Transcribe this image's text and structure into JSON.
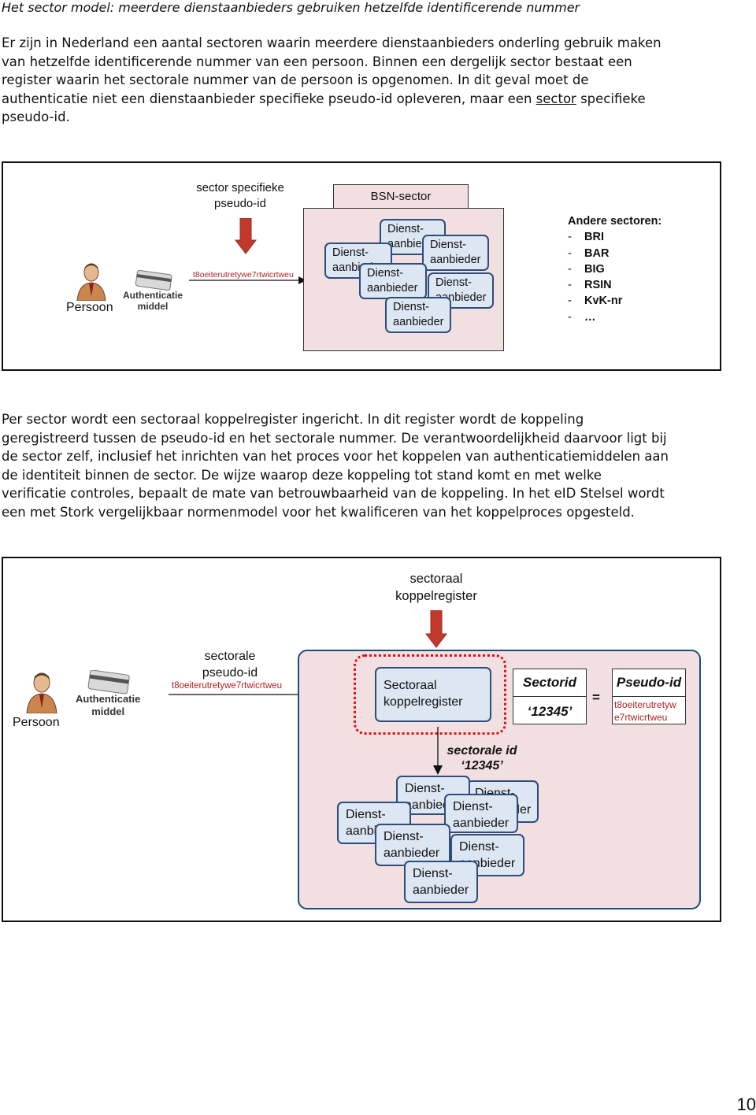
{
  "heading": "Het sector model: meerdere dienstaanbieders gebruiken hetzelfde identificerende nummer",
  "paragraph1": {
    "lines": [
      "Er zijn in Nederland een aantal sectoren waarin meerdere dienstaanbieders onderling gebruik maken",
      "van hetzelfde identificerende nummer van een persoon. Binnen een dergelijk sector bestaat een",
      "register waarin het sectorale nummer van de persoon is opgenomen. In dit geval moet de"
    ],
    "line4_pre": "authenticatie niet een dienstaanbieder specifieke pseudo-id opleveren, maar een",
    "line4_underlined": "sector",
    "line4_post": " specifieke",
    "line5": "pseudo-id."
  },
  "figure1": {
    "person_label": "Persoon",
    "auth_label_line1": "Authenticatie",
    "auth_label_line2": "middel",
    "arrow_label_line1": "sector specifieke",
    "arrow_label_line2": "pseudo-id",
    "pseudo_id": "t8oeiterutretywe7rtwicrtweu",
    "sector_tab": "BSN-sector",
    "provider_line1": "Dienst-",
    "provider_line2": "aanbieder",
    "other_sectors_title": "Andere sectoren:",
    "other_sectors_dash": "-",
    "other_sectors": [
      "BRI",
      "BAR",
      "BIG",
      "RSIN",
      "KvK-nr",
      "…"
    ]
  },
  "paragraph2": {
    "lines": [
      "Per sector wordt een sectoraal koppelregister ingericht. In dit register wordt de koppeling",
      "geregistreerd tussen de pseudo-id en het sectorale nummer. De verantwoordelijkheid daarvoor ligt bij",
      "de sector zelf, inclusief het inrichten van het proces voor het koppelen van authenticatiemiddelen aan",
      "de identiteit binnen de sector. De wijze waarop deze koppeling tot stand komt en met welke",
      "verificatie controles, bepaalt de mate van betrouwbaarheid van de koppeling. In het eID Stelsel wordt",
      "een met Stork vergelijkbaar normenmodel voor het kwalificeren van het koppelproces opgesteld."
    ]
  },
  "figure2": {
    "top_label_line1": "sectoraal",
    "top_label_line2": "koppelregister",
    "person_label": "Persoon",
    "auth_label_line1": "Authenticatie",
    "auth_label_line2": "middel",
    "arrow_label_line1": "sectorale",
    "arrow_label_line2": "pseudo-id",
    "pseudo_id": "t8oeiterutretywe7rtwicrtweu",
    "register_line1": "Sectoraal",
    "register_line2": "koppelregister",
    "sectorid_header": "Sectorid",
    "sectorid_value": "‘12345’",
    "equals": "=",
    "pseudoid_header": "Pseudo-id",
    "pseudoid_value_line1": "t8oeiterutretyw",
    "pseudoid_value_line2": "e7rtwicrtweu",
    "sectorale_id_line1": "sectorale id",
    "sectorale_id_line2": "‘12345’",
    "provider_line1": "Dienst-",
    "provider_line2": "aanbieder"
  },
  "page_number": "10",
  "colors": {
    "sector_fill": "#f1dfe1",
    "provider_fill": "#dde6f3",
    "provider_border": "#2e4d7a",
    "red_arrow": "#c0392b",
    "dotted_border": "#dd1111",
    "pseudo_id_text": "#b22222"
  }
}
